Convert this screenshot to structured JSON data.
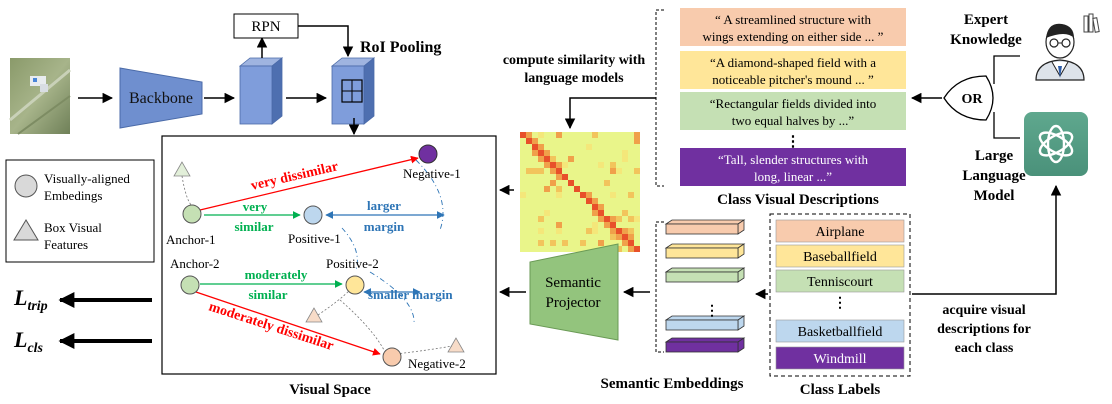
{
  "detector": {
    "backbone_label": "Backbone",
    "rpn_label": "RPN",
    "roi_pooling_label": "RoI Pooling"
  },
  "legend": {
    "circle_line1": "Visually-aligned",
    "circle_line2": "Embedings",
    "triangle_line1": "Box Visual",
    "triangle_line2": "Features"
  },
  "visual_space": {
    "title": "Visual Space",
    "negative_1": "Negative-1",
    "anchor_1": "Anchor-1",
    "positive_1": "Positive-1",
    "anchor_2": "Anchor-2",
    "positive_2": "Positive-2",
    "negative_2": "Negative-2",
    "very_dissimilar": "very dissimilar",
    "very": "very",
    "similar": "similar",
    "larger": "larger",
    "margin": "margin",
    "moderately": "moderately",
    "moderately_similar_2": "similar",
    "smaller_margin": "smaller margin",
    "moderately_dissimilar": "moderately dissimilar"
  },
  "losses": {
    "trip_main": "L",
    "trip_sub": "trip",
    "cls_main": "L",
    "cls_sub": "cls"
  },
  "similarity": {
    "line1": "compute similarity with",
    "line2": "language models"
  },
  "descriptions": {
    "title": "Class Visual Descriptions",
    "items": [
      {
        "line1": "“ A streamlined structure with",
        "line2": "wings extending on either side ... ”",
        "color": "#f8cbad"
      },
      {
        "line1": "“A diamond-shaped field with a",
        "line2": "noticeable pitcher's mound ... ”",
        "color": "#ffe699"
      },
      {
        "line1": "“Rectangular fields divided into",
        "line2": "two equal halves by ...”",
        "color": "#c5e0b4"
      },
      {
        "line1": "“Tall, slender structures with",
        "line2": "long, linear ...”",
        "color": "#7030a0"
      }
    ],
    "dots": "⋮"
  },
  "knowledge": {
    "expert_line1": "Expert",
    "expert_line2": "Knowledge",
    "or": "OR",
    "llm_line1": "Large",
    "llm_line2": "Language",
    "llm_line3": "Model"
  },
  "acquire": {
    "line1": "acquire visual",
    "line2": "descriptions for",
    "line3": "each class"
  },
  "semantic": {
    "projector_line1": "Semantic",
    "projector_line2": "Projector",
    "embeddings_title": "Semantic Embeddings",
    "dots": "⋮"
  },
  "class_labels": {
    "title": "Class Labels",
    "items": [
      {
        "label": "Airplane",
        "color": "#f8cbad"
      },
      {
        "label": "Baseballfield",
        "color": "#ffe699"
      },
      {
        "label": "Tenniscourt",
        "color": "#c5e0b4"
      },
      {
        "label": "Basketballfield",
        "color": "#bdd7ee"
      },
      {
        "label": "Windmill",
        "color": "#7030a0"
      }
    ],
    "dots": "⋮"
  },
  "colors": {
    "backbone": "#6f8fcf",
    "roi": "#6f8fcf",
    "projector": "#93c47d",
    "very_dissimilar": "#ff0000",
    "similar_green": "#00b050",
    "margin_blue": "#2e75b6"
  }
}
